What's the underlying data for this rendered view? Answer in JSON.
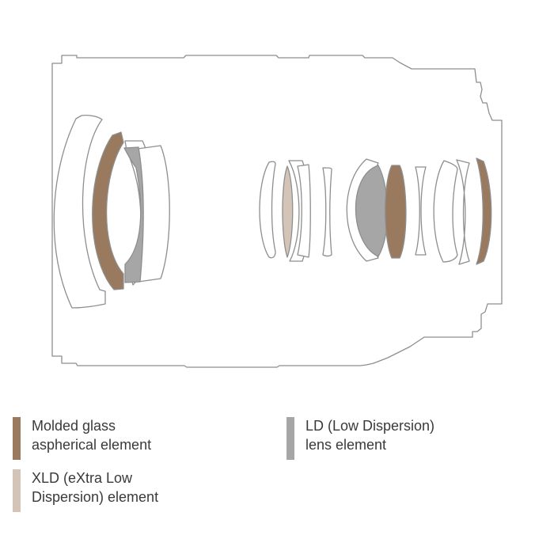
{
  "colors": {
    "molded_glass": "#9a7a5e",
    "xld": "#d4c4b8",
    "ld": "#a6a6a6",
    "outline": "#8e8e8e"
  },
  "legend": {
    "molded": {
      "line1": "Molded glass",
      "line2": "aspherical element",
      "color": "#9a7a5e"
    },
    "xld": {
      "line1": "XLD (eXtra Low",
      "line2": "Dispersion) element",
      "color": "#d4c4b8"
    },
    "ld": {
      "line1": "LD (Low Dispersion)",
      "line2": "lens element",
      "color": "#a6a6a6"
    }
  }
}
